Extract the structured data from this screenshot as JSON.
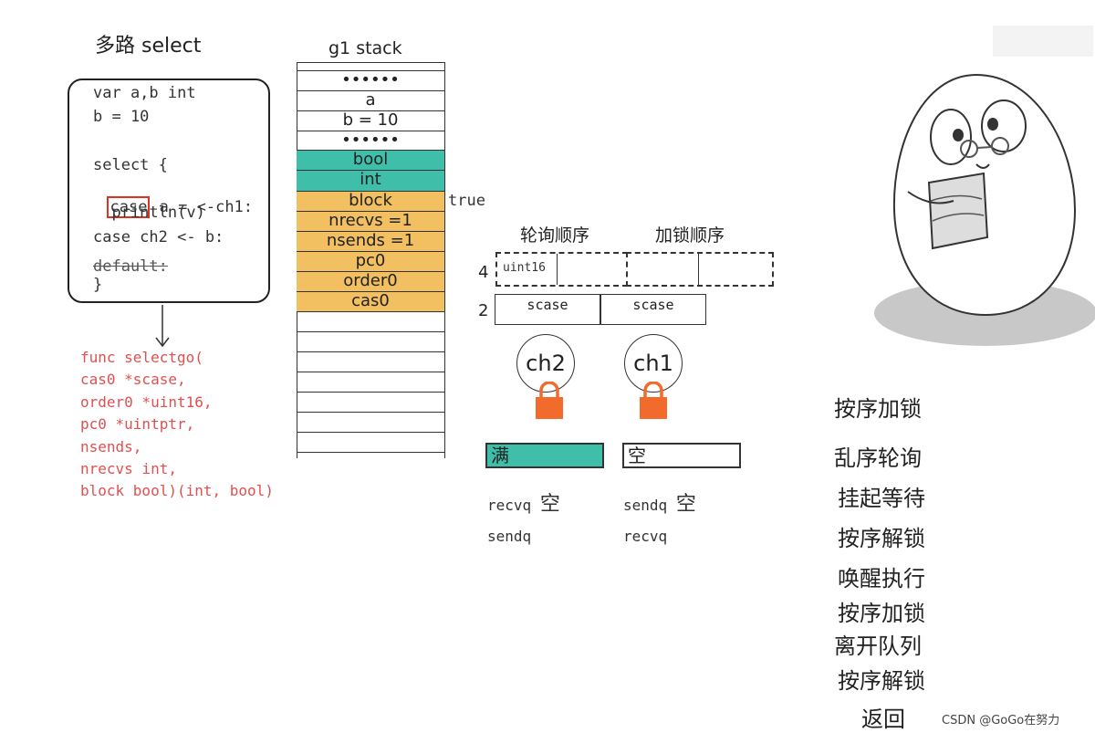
{
  "title": "多路 select",
  "code_lines": [
    "var a,b int",
    "b = 10",
    "",
    "select {",
    "",
    "  println(v)",
    "case ch2 <- b:",
    "default:",
    "}"
  ],
  "case_keyword": "case",
  "case_rest": " a = <-ch1:",
  "func_lines": [
    "func selectgo(",
    "cas0 *scase,",
    "order0 *uint16,",
    "pc0 *uintptr,",
    "nsends,",
    "nrecvs int,",
    "block bool)(int, bool)"
  ],
  "stack": {
    "title": "g1 stack",
    "cells": [
      {
        "label": "••••••",
        "style": "plain"
      },
      {
        "label": "a",
        "style": "plain"
      },
      {
        "label": "b = 10",
        "style": "plain"
      },
      {
        "label": "••••••",
        "style": "plain"
      },
      {
        "label": "bool",
        "style": "teal"
      },
      {
        "label": "int",
        "style": "teal"
      },
      {
        "label": "block",
        "style": "orange"
      },
      {
        "label": "nrecvs =1",
        "style": "orange"
      },
      {
        "label": "nsends =1",
        "style": "orange"
      },
      {
        "label": "pc0",
        "style": "orange"
      },
      {
        "label": "order0",
        "style": "orange"
      },
      {
        "label": "cas0",
        "style": "orange"
      }
    ],
    "block_value": "true"
  },
  "order": {
    "poll_label": "轮询顺序",
    "lock_label": "加锁顺序",
    "count": "4",
    "first_slot_label": "uint16"
  },
  "scases": {
    "count": "2",
    "items": [
      "scase",
      "scase"
    ]
  },
  "channels": [
    {
      "name": "ch2",
      "status": "满",
      "q1_label": "recvq",
      "q1_value": "空",
      "q2_label": "sendq",
      "status_color": "#3fbfaa"
    },
    {
      "name": "ch1",
      "status": "空",
      "q1_label": "sendq",
      "q1_value": "空",
      "q2_label": "recvq",
      "status_color": "#ffffff"
    }
  ],
  "colors": {
    "lock": "#f26a2c",
    "teal": "#3fbfaa",
    "orange": "#f2c060",
    "highlight": "#e03020"
  },
  "steps": [
    "按序加锁",
    "乱序轮询",
    "挂起等待",
    "按序解锁",
    "唤醒执行",
    "按序加锁",
    "离开队列",
    "按序解锁",
    "返回"
  ],
  "watermark": "CSDN @GoGo在努力"
}
